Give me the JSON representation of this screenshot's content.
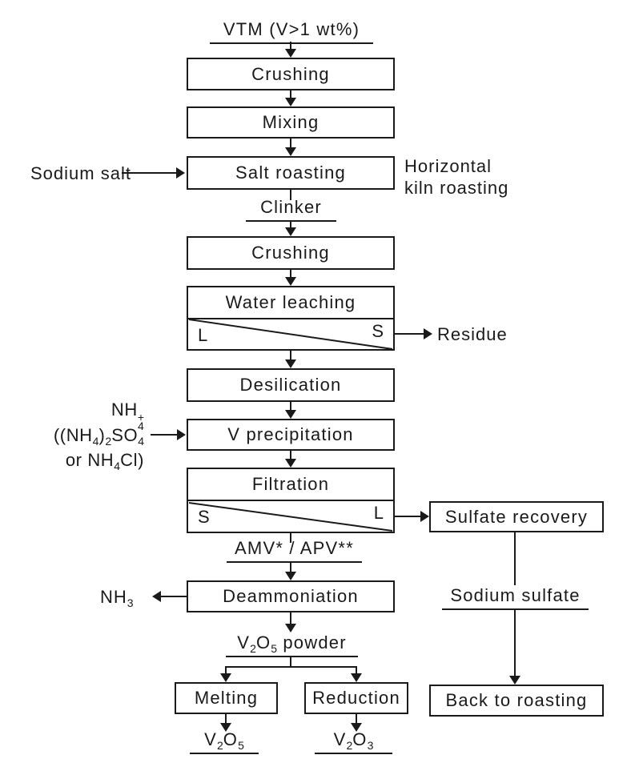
{
  "colors": {
    "ink": "#1a1a1a",
    "background": "#ffffff"
  },
  "nodes": {
    "vtm_label": "VTM (V>1 wt%)",
    "crushing1": "Crushing",
    "mixing": "Mixing",
    "salt_roasting": "Salt roasting",
    "clinker_label": "Clinker",
    "crushing2": "Crushing",
    "water_leaching": "Water leaching",
    "desilication": "Desilication",
    "v_precipitation": "V precipitation",
    "filtration": "Filtration",
    "amv_apv_label": "AMV* / APV**",
    "deammoniation": "Deammoniation",
    "melting": "Melting",
    "reduction": "Reduction",
    "sulfate_recovery": "Sulfate recovery",
    "sodium_sulfate_label": "Sodium sulfate",
    "back_to_roasting": "Back to roasting"
  },
  "phase_labels": {
    "water_leaching_left": "L",
    "water_leaching_right": "S",
    "filtration_left": "S",
    "filtration_right": "L"
  },
  "annotations": {
    "sodium_salt": "Sodium salt",
    "horizontal_kiln_line1": "Horizontal",
    "horizontal_kiln_line2": "kiln roasting",
    "residue": "Residue"
  },
  "formulas": {
    "nh4_ion": {
      "base": "NH",
      "sup": "+",
      "sub": "4"
    },
    "ammonium_sulfate": [
      "((NH",
      "4",
      ")",
      "2",
      "SO",
      "4"
    ],
    "ammonium_chloride": [
      "or NH",
      "4",
      "Cl)"
    ],
    "nh3": [
      "NH",
      "3"
    ],
    "v2o5_powder": [
      "V",
      "2",
      "O",
      "5",
      " powder"
    ],
    "v2o5": [
      "V",
      "2",
      "O",
      "5"
    ],
    "v2o3": [
      "V",
      "2",
      "O",
      "3"
    ]
  }
}
